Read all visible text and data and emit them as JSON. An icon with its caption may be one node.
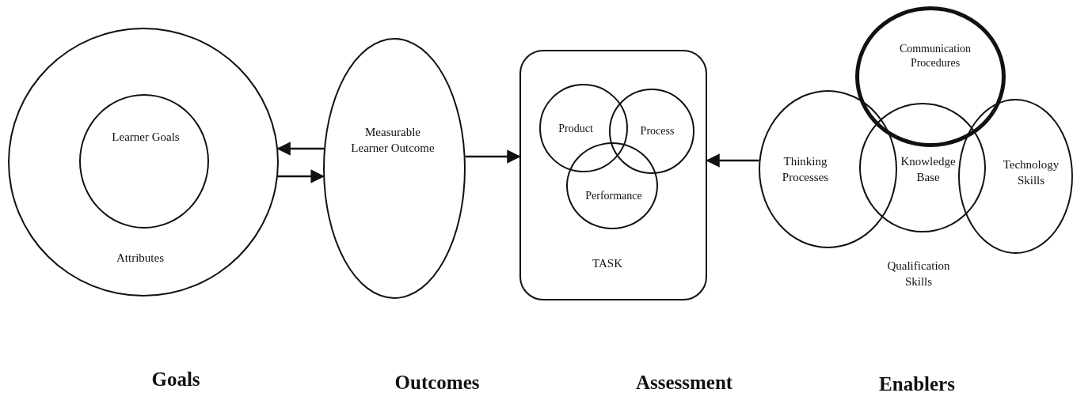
{
  "diagram": {
    "nodes": [
      {
        "text": [
          "Attributes"
        ]
      },
      {
        "text": [
          "Learner Goals"
        ],
        "in": 0
      },
      {
        "text": [
          "Measurable Learner Outcome"
        ]
      },
      {
        "text": [
          "TASK"
        ]
      },
      {
        "text": [
          "Product"
        ],
        "in": 3
      },
      {
        "text": [
          "Process"
        ],
        "in": 3
      },
      {
        "text": [
          "Performance"
        ],
        "in": 3
      },
      {
        "text": [
          "Communication Procedures"
        ]
      },
      {
        "text": [
          "Thinking Processes"
        ]
      },
      {
        "text": [
          "Knowledge Base"
        ]
      },
      {
        "text": [
          "Technology Skills"
        ]
      }
    ],
    "edges": [
      {
        "from": 2,
        "to": 0,
        "arrow": "to"
      },
      {
        "from": 0,
        "to": 2,
        "arrow": "to"
      },
      {
        "from": 2,
        "to": 3,
        "arrow": "to"
      },
      {
        "from": 8,
        "to": 3,
        "arrow": "to"
      }
    ],
    "labels": [
      "Qualification Skills",
      "Goals",
      "Outcomes",
      "Assessment",
      "Enablers"
    ]
  }
}
